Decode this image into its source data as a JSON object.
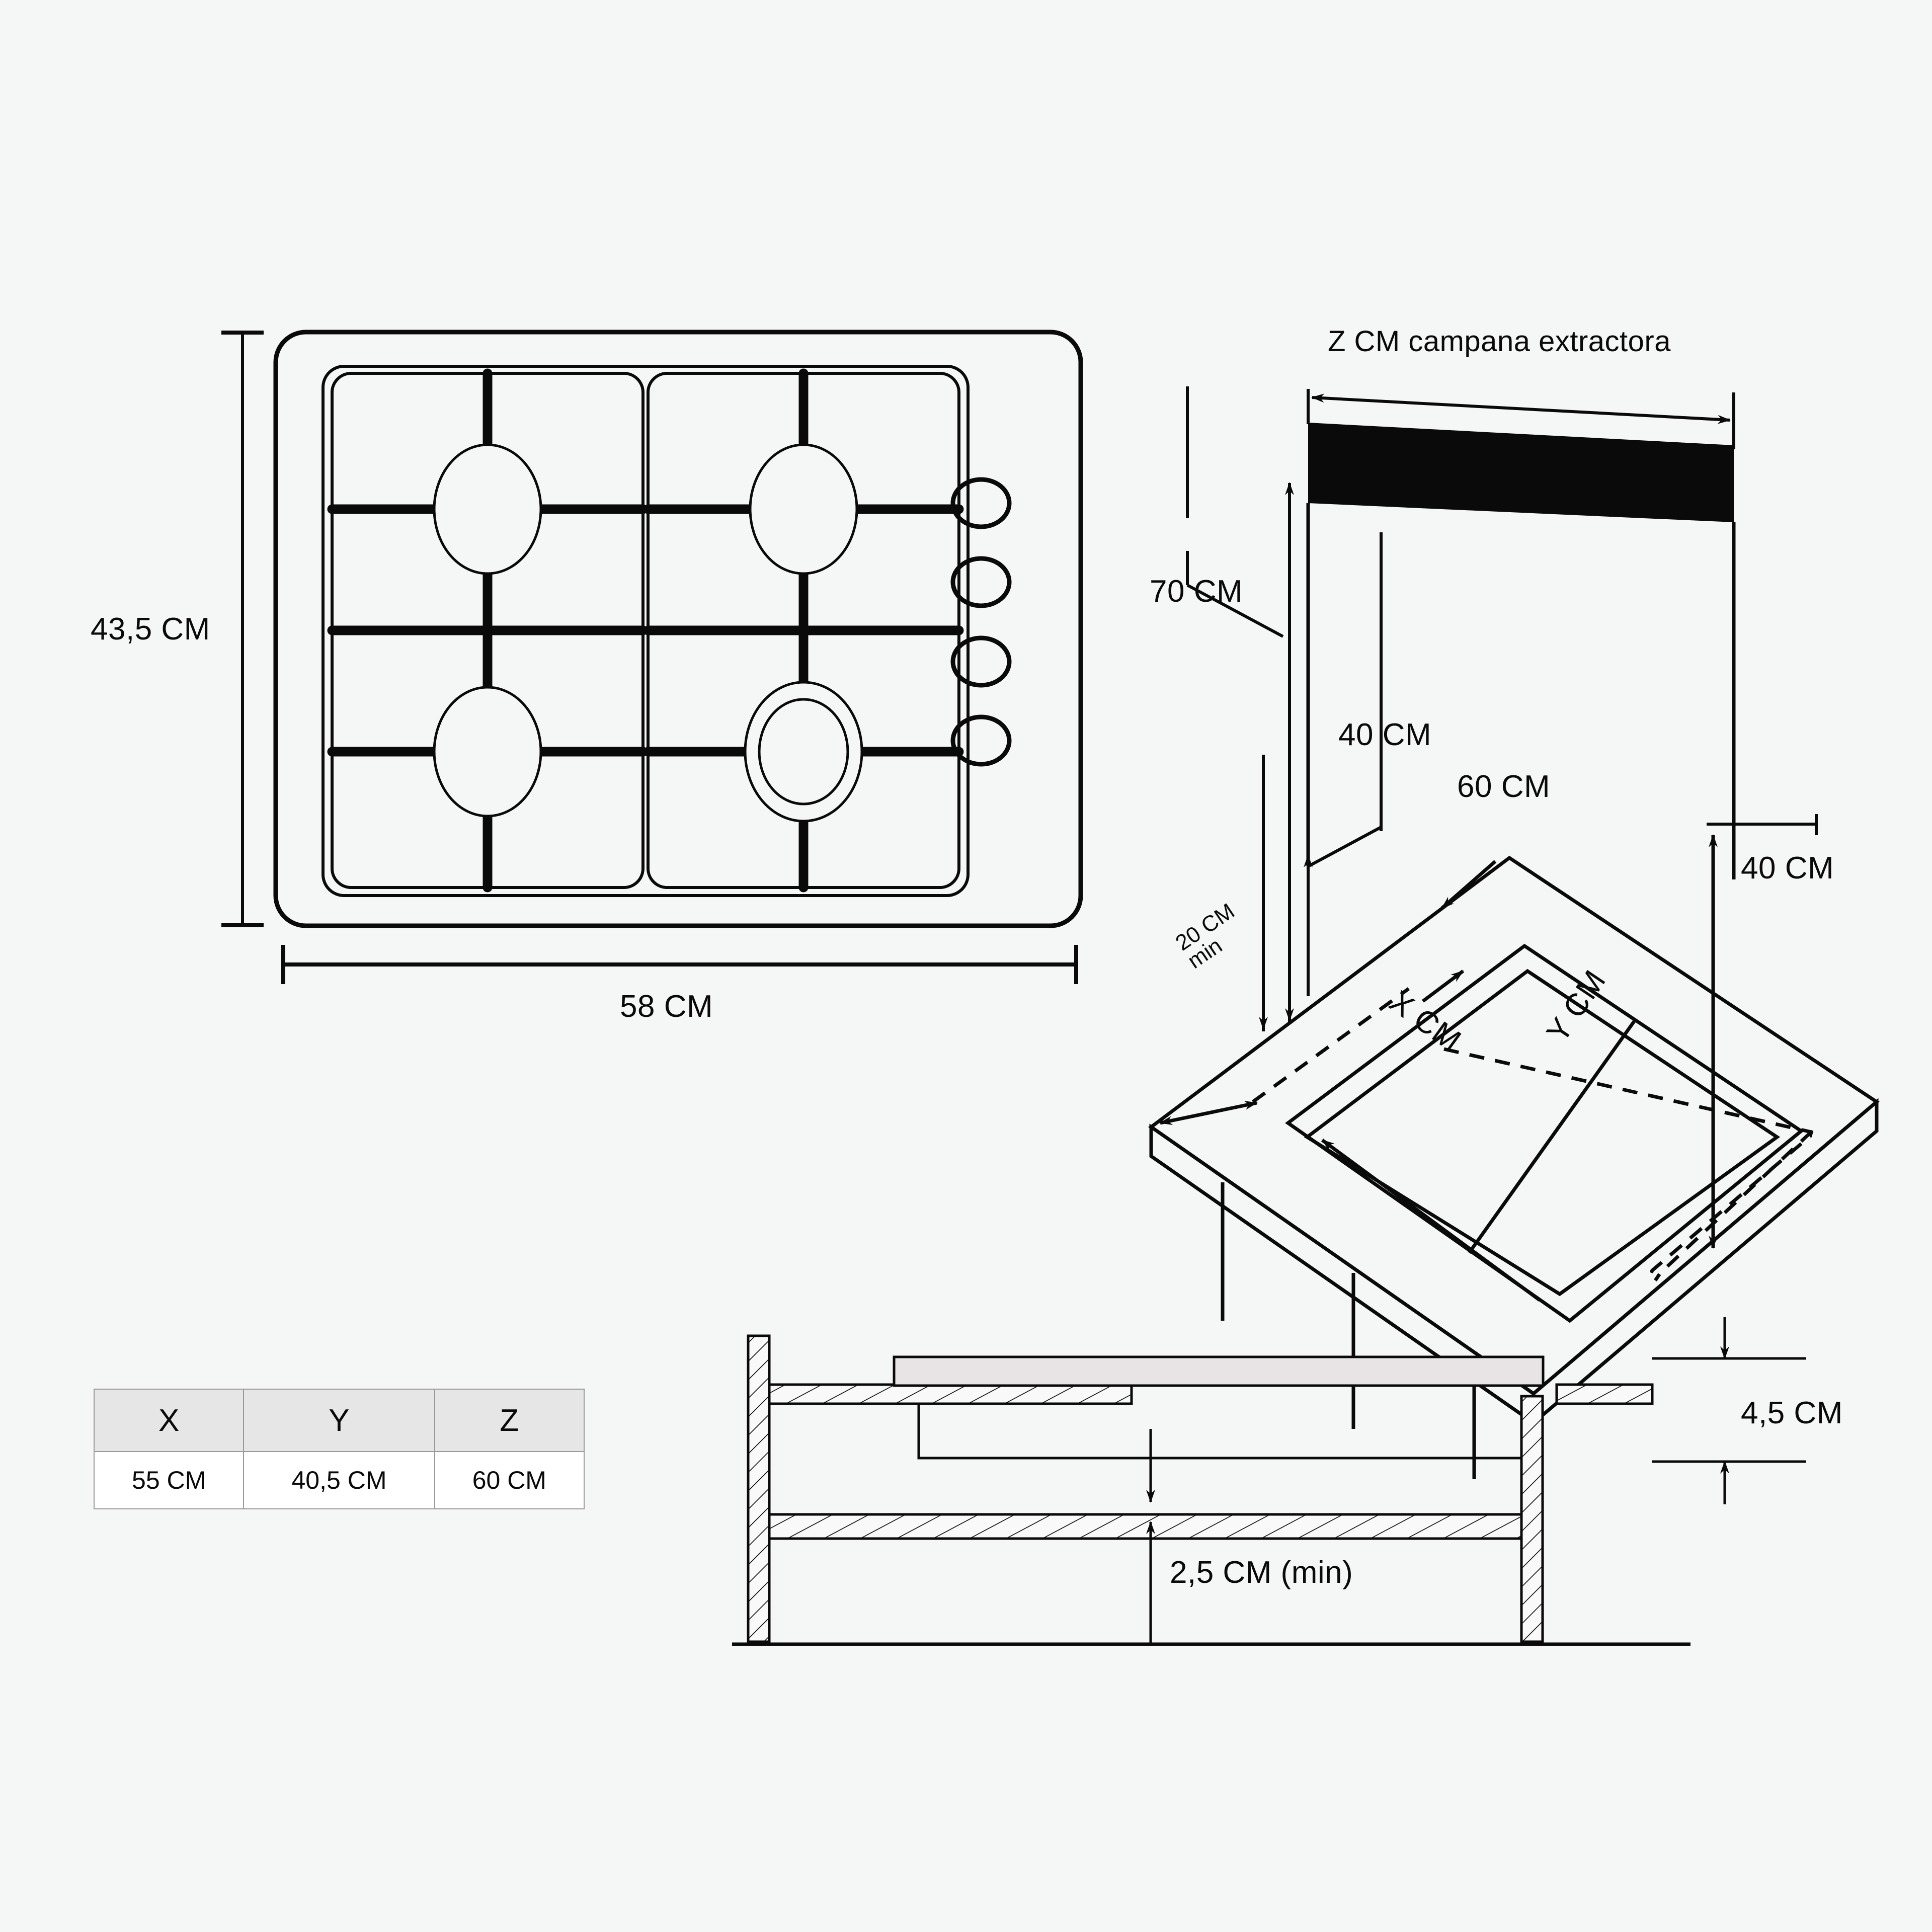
{
  "hob_view": {
    "height_label": "43,5 CM",
    "width_label": "58 CM",
    "burner_count": 4,
    "knob_count": 4
  },
  "hood_view": {
    "title": "Z CM campana extractora",
    "height_from_floor_label": "70 CM",
    "hood_depth_label": "40 CM",
    "hood_depth_unit": "CM",
    "worktop_depth_label": "60 CM",
    "worktop_depth_unit": "CM",
    "side_height_label": "40 CM",
    "side_height_unit": "CM",
    "rear_clearance_label": "20 CM",
    "rear_clearance_sub": "min",
    "cutout_width_label": "X CM",
    "cutout_depth_label": "Y CM"
  },
  "section_view": {
    "appliance_height_label": "4,5 CM",
    "clearance_label": "2,5 CM (min)"
  },
  "spec_table": {
    "headers": [
      "X",
      "Y",
      "Z"
    ],
    "rows": [
      [
        "55 CM",
        "40,5 CM",
        "60 CM"
      ]
    ]
  },
  "colors": {
    "background": "#f5f7f6",
    "ink": "#0a0a0a",
    "hood_fill": "#0a0a0a",
    "table_header": "#e6e6e6",
    "table_cell": "#ffffff",
    "table_border": "#9a9a9a",
    "glass_fill": "#e8e4e6"
  }
}
